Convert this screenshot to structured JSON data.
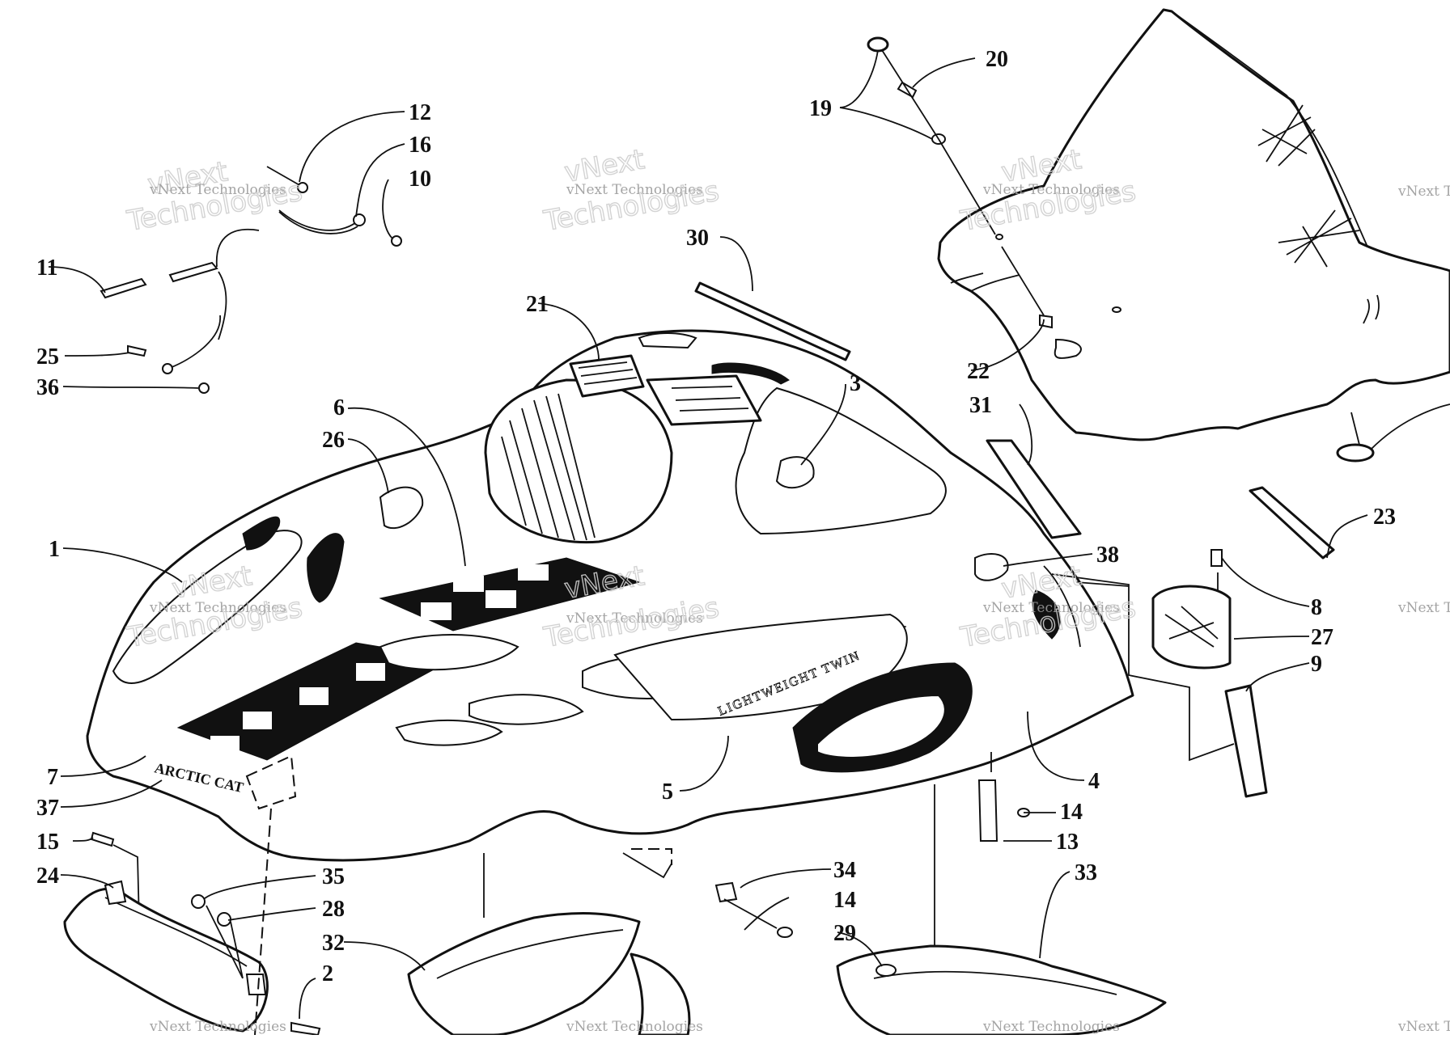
{
  "callouts": [
    {
      "label": "1"
    },
    {
      "label": "2"
    },
    {
      "label": "3"
    },
    {
      "label": "4"
    },
    {
      "label": "5"
    },
    {
      "label": "6"
    },
    {
      "label": "7"
    },
    {
      "label": "8"
    },
    {
      "label": "9"
    },
    {
      "label": "10"
    },
    {
      "label": "11"
    },
    {
      "label": "12"
    },
    {
      "label": "13"
    },
    {
      "label": "14"
    },
    {
      "label": "14"
    },
    {
      "label": "15"
    },
    {
      "label": "16"
    },
    {
      "label": "19"
    },
    {
      "label": "20"
    },
    {
      "label": "21"
    },
    {
      "label": "22"
    },
    {
      "label": "23"
    },
    {
      "label": "24"
    },
    {
      "label": "25"
    },
    {
      "label": "26"
    },
    {
      "label": "27"
    },
    {
      "label": "28"
    },
    {
      "label": "29"
    },
    {
      "label": "30"
    },
    {
      "label": "31"
    },
    {
      "label": "32"
    },
    {
      "label": "33"
    },
    {
      "label": "34"
    },
    {
      "label": "35"
    },
    {
      "label": "36"
    },
    {
      "label": "37"
    },
    {
      "label": "38"
    }
  ],
  "hood_decal_text": "ARCTIC CAT",
  "side_decal_text": "LIGHTWEIGHT TWIN",
  "watermark": {
    "small": "vNext Technologies",
    "large": "Technologies",
    "top": "vNext"
  }
}
